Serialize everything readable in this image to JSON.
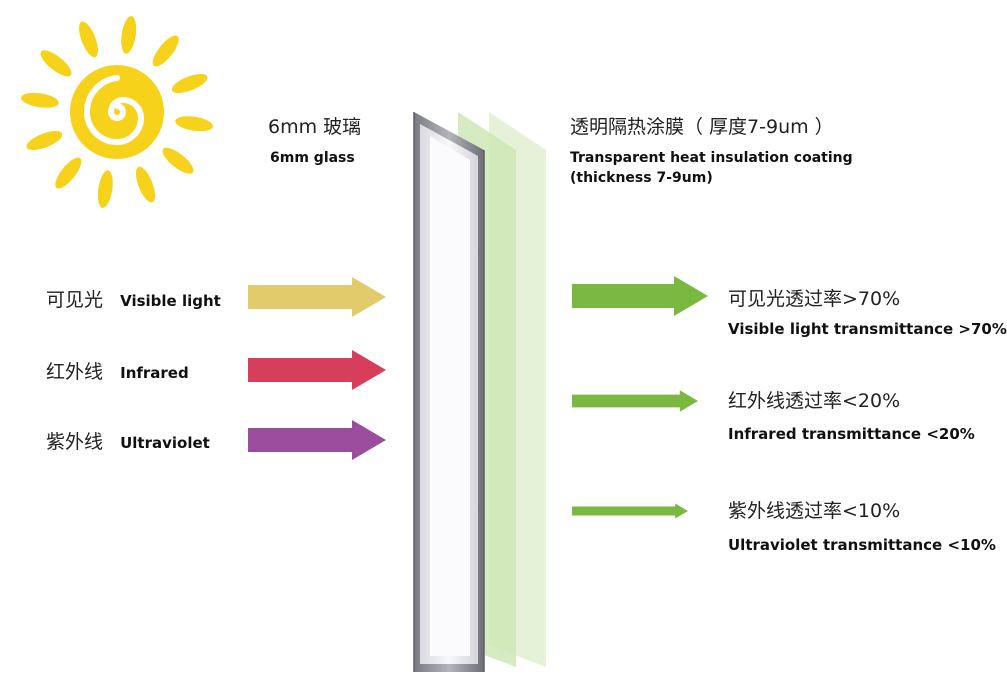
{
  "glass": {
    "label_cn": "6mm 玻璃",
    "label_en": "6mm glass"
  },
  "coating": {
    "label_cn": "透明隔热涂膜（ 厚度7-9um ）",
    "label_en_line1": "Transparent heat insulation coating",
    "label_en_line2": "(thickness 7-9um)"
  },
  "incoming": [
    {
      "cn": "可见光",
      "en": "Visible light",
      "color": "#E2CB6A"
    },
    {
      "cn": "红外线",
      "en": "Infrared",
      "color": "#D63E5B"
    },
    {
      "cn": "紫外线",
      "en": "Ultraviolet",
      "color": "#9B4E9E"
    }
  ],
  "outgoing": [
    {
      "cn": "可见光透过率>70%",
      "en": "Visible light transmittance >70%",
      "transmittance_pct": 70,
      "color": "#7BB842"
    },
    {
      "cn": "红外线透过率<20%",
      "en": "Infrared transmittance <20%",
      "transmittance_pct": 20,
      "color": "#7BB842"
    },
    {
      "cn": "紫外线透过率<10%",
      "en": "Ultraviolet transmittance <10%",
      "transmittance_pct": 10,
      "color": "#7BB842"
    }
  ],
  "colors": {
    "sun": "#F7D21B",
    "glass_frame": "#8E8E96",
    "coating": "#CFE7B6"
  },
  "icons": {
    "sun": "sun-icon"
  }
}
